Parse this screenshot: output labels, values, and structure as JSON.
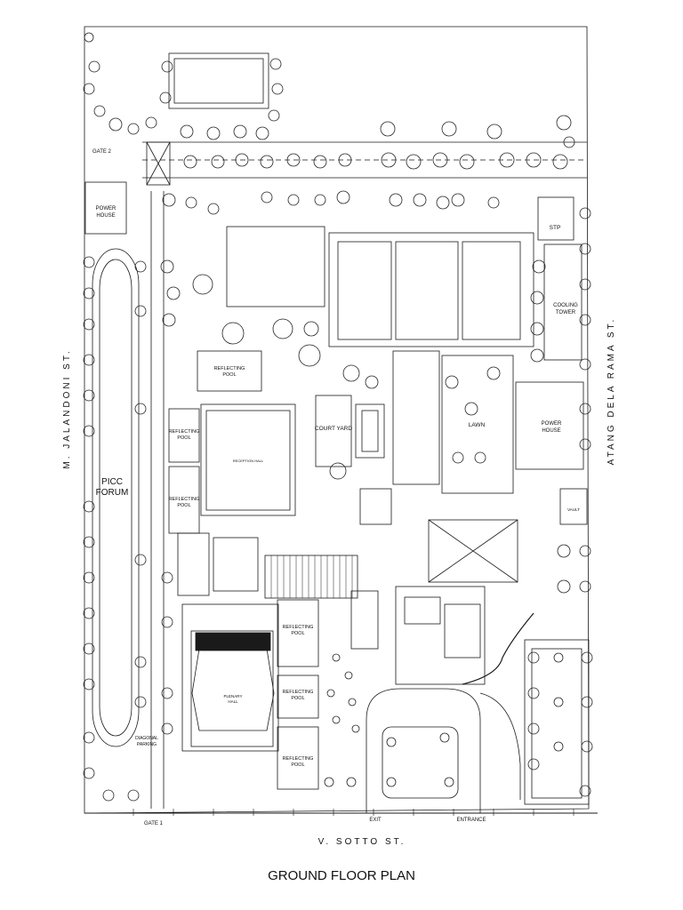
{
  "title": "GROUND FLOOR PLAN",
  "streets": {
    "west": "M. JALANDONI ST.",
    "east": "ATANG DELA RAMA ST.",
    "south": "V. SOTTO ST."
  },
  "labels": {
    "gate_1": "GATE 1",
    "gate_2": "GATE 2",
    "power_house_nw": "POWER HOUSE",
    "power_house_e": "POWER HOUSE",
    "picc_forum": "PICC FORUM",
    "reflecting_pool_1": "REFLECTING POOL",
    "reflecting_pool_2": "REFLECTING POOL",
    "reflecting_pool_3": "REFLECTING POOL",
    "reflecting_pool_4": "REFLECTING POOL",
    "reflecting_pool_5": "REFLECTING POOL",
    "reflecting_pool_6": "REFLECTING POOL",
    "court_yard": "COURT YARD",
    "lawn": "LAWN",
    "cooling_tower": "COOLING TOWER",
    "stp": "STP",
    "exit": "EXIT",
    "entrance": "ENTRANCE",
    "diagonal_parking": "DIAGONAL PARKING",
    "plenary_hall": "PLENARY HALL",
    "reception_hall": "RECEPTION HALL",
    "vault": "VAULT"
  },
  "colors": {
    "line": "#1a1a1a",
    "tree": "#222222",
    "background": "#ffffff"
  }
}
